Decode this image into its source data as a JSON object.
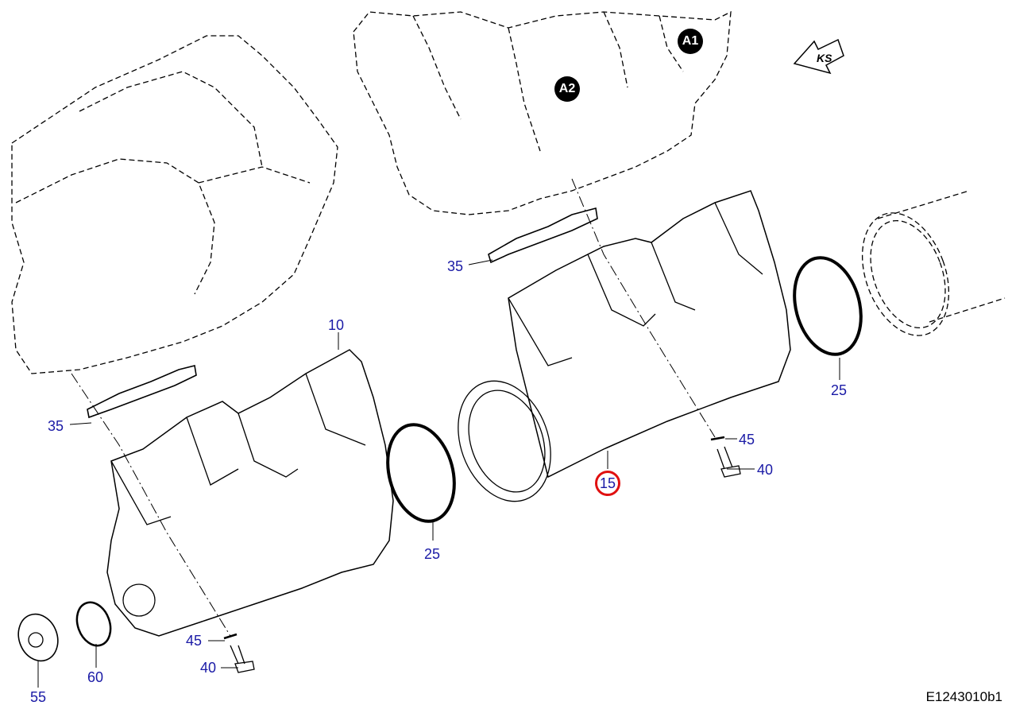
{
  "diagram": {
    "callouts": {
      "p10": "10",
      "p15": "15",
      "p25a": "25",
      "p25b": "25",
      "p35a": "35",
      "p35b": "35",
      "p40a": "40",
      "p40b": "40",
      "p45a": "45",
      "p45b": "45",
      "p55": "55",
      "p60": "60"
    },
    "markers": {
      "a1": "A1",
      "a2": "A2"
    },
    "direction_arrow": "KS",
    "document_id": "E1243010b1",
    "colors": {
      "callout_text": "#1a1aa6",
      "highlight_ring": "#e01010",
      "line": "#000000"
    }
  }
}
